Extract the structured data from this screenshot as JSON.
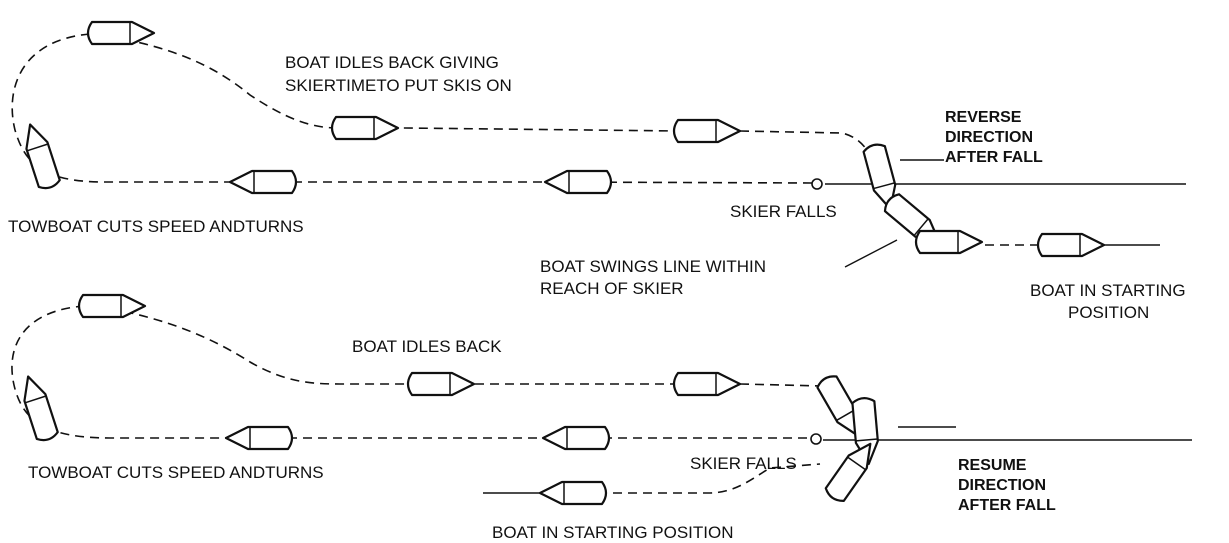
{
  "colors": {
    "ink": "#111111",
    "background": "#ffffff"
  },
  "top": {
    "label_idles_back_line1": "BOAT IDLES BACK GIVING",
    "label_idles_back_line2": "SKIERTIMETO PUT SKIS ON",
    "label_reverse_line1": "REVERSE",
    "label_reverse_line2": "DIRECTION",
    "label_reverse_line3": "AFTER FALL",
    "label_towboat": "TOWBOAT CUTS SPEED ANDTURNS",
    "label_skier_falls": "SKIER FALLS",
    "label_swings_line1": "BOAT SWINGS LINE WITHIN",
    "label_swings_line2": "REACH OF SKIER",
    "label_starting_line1": "BOAT IN STARTING",
    "label_starting_line2": "POSITION"
  },
  "bottom": {
    "label_idles_back": "BOAT IDLES BACK",
    "label_towboat": "TOWBOAT CUTS SPEED ANDTURNS",
    "label_skier_falls": "SKIER FALLS",
    "label_resume_line1": "RESUME",
    "label_resume_line2": "DIRECTION",
    "label_resume_line3": "AFTER FALL",
    "label_starting": "BOAT IN STARTING POSITION"
  }
}
